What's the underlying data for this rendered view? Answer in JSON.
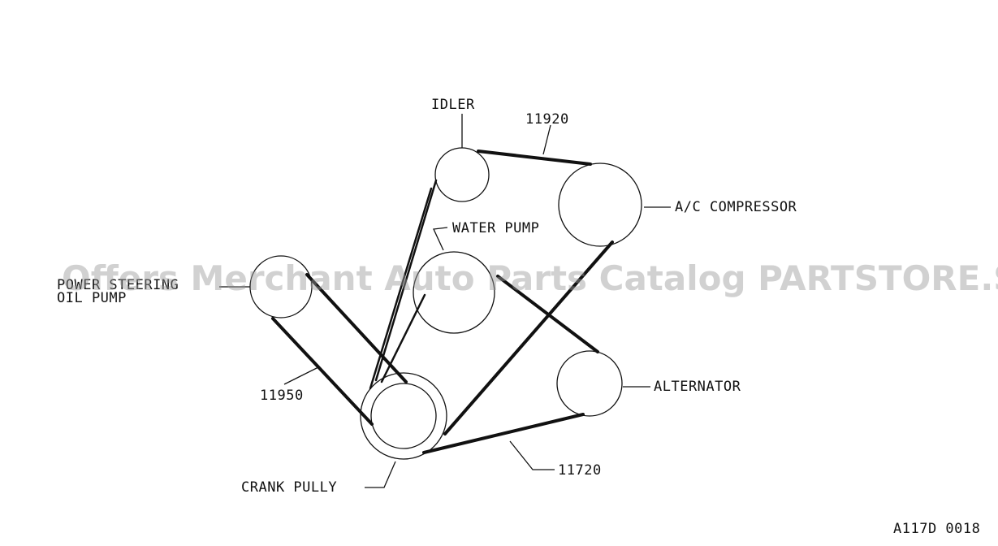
{
  "diagram": {
    "labels": {
      "idler": "IDLER",
      "belt_ac": "11920",
      "ac_compressor": "A/C COMPRESSOR",
      "water_pump": "WATER PUMP",
      "power_steering_1": "POWER STEERING",
      "power_steering_2": "OIL PUMP",
      "alternator": "ALTERNATOR",
      "belt_ps": "11950",
      "crank_pully": "CRANK PULLY",
      "belt_alt": "11720",
      "figure_code": "A117D 0018"
    },
    "watermark": "Offers Merchant Auto Parts Catalog PARTSTORE.SA"
  }
}
